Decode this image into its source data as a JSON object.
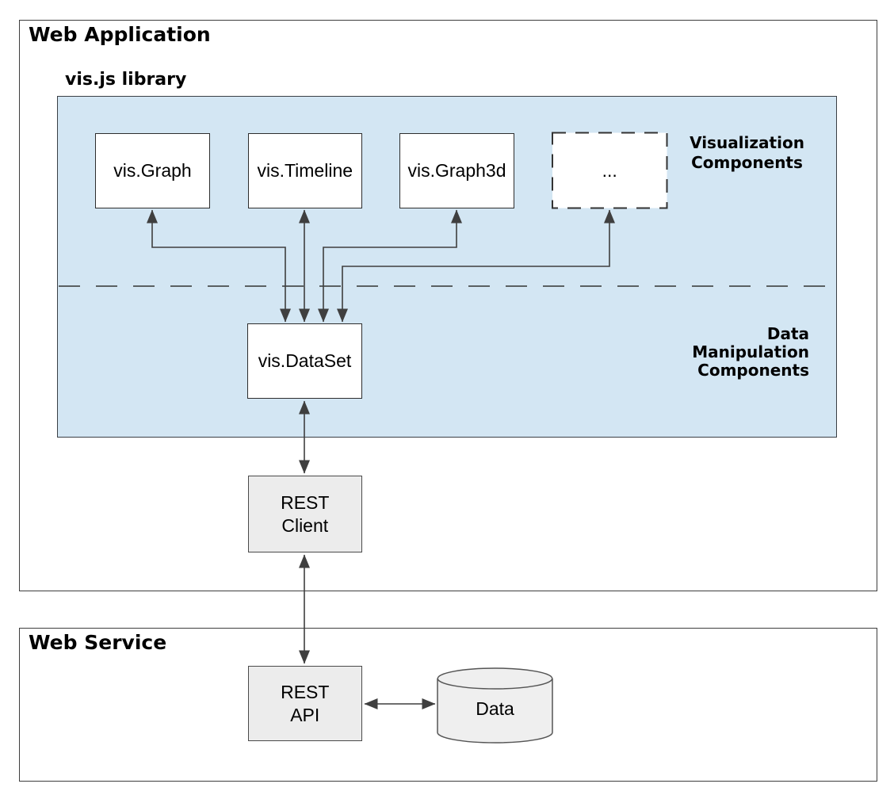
{
  "colors": {
    "library_background": "#d3e6f3",
    "component_box_fill": "#ffffff",
    "service_box_fill": "#ececec",
    "arrow": "#3f3f3f",
    "text": "#000000"
  },
  "web_application": {
    "title": "Web Application",
    "library": {
      "title": "vis.js library",
      "visualization_components_label": "Visualization\nComponents",
      "data_manipulation_components_label": "Data\nManipulation\nComponents",
      "components": [
        "vis.Graph",
        "vis.Timeline",
        "vis.Graph3d",
        "..."
      ],
      "dataset_label": "vis.DataSet"
    },
    "rest_client_label": "REST\nClient"
  },
  "web_service": {
    "title": "Web Service",
    "rest_api_label": "REST\nAPI",
    "data_store_label": "Data"
  }
}
